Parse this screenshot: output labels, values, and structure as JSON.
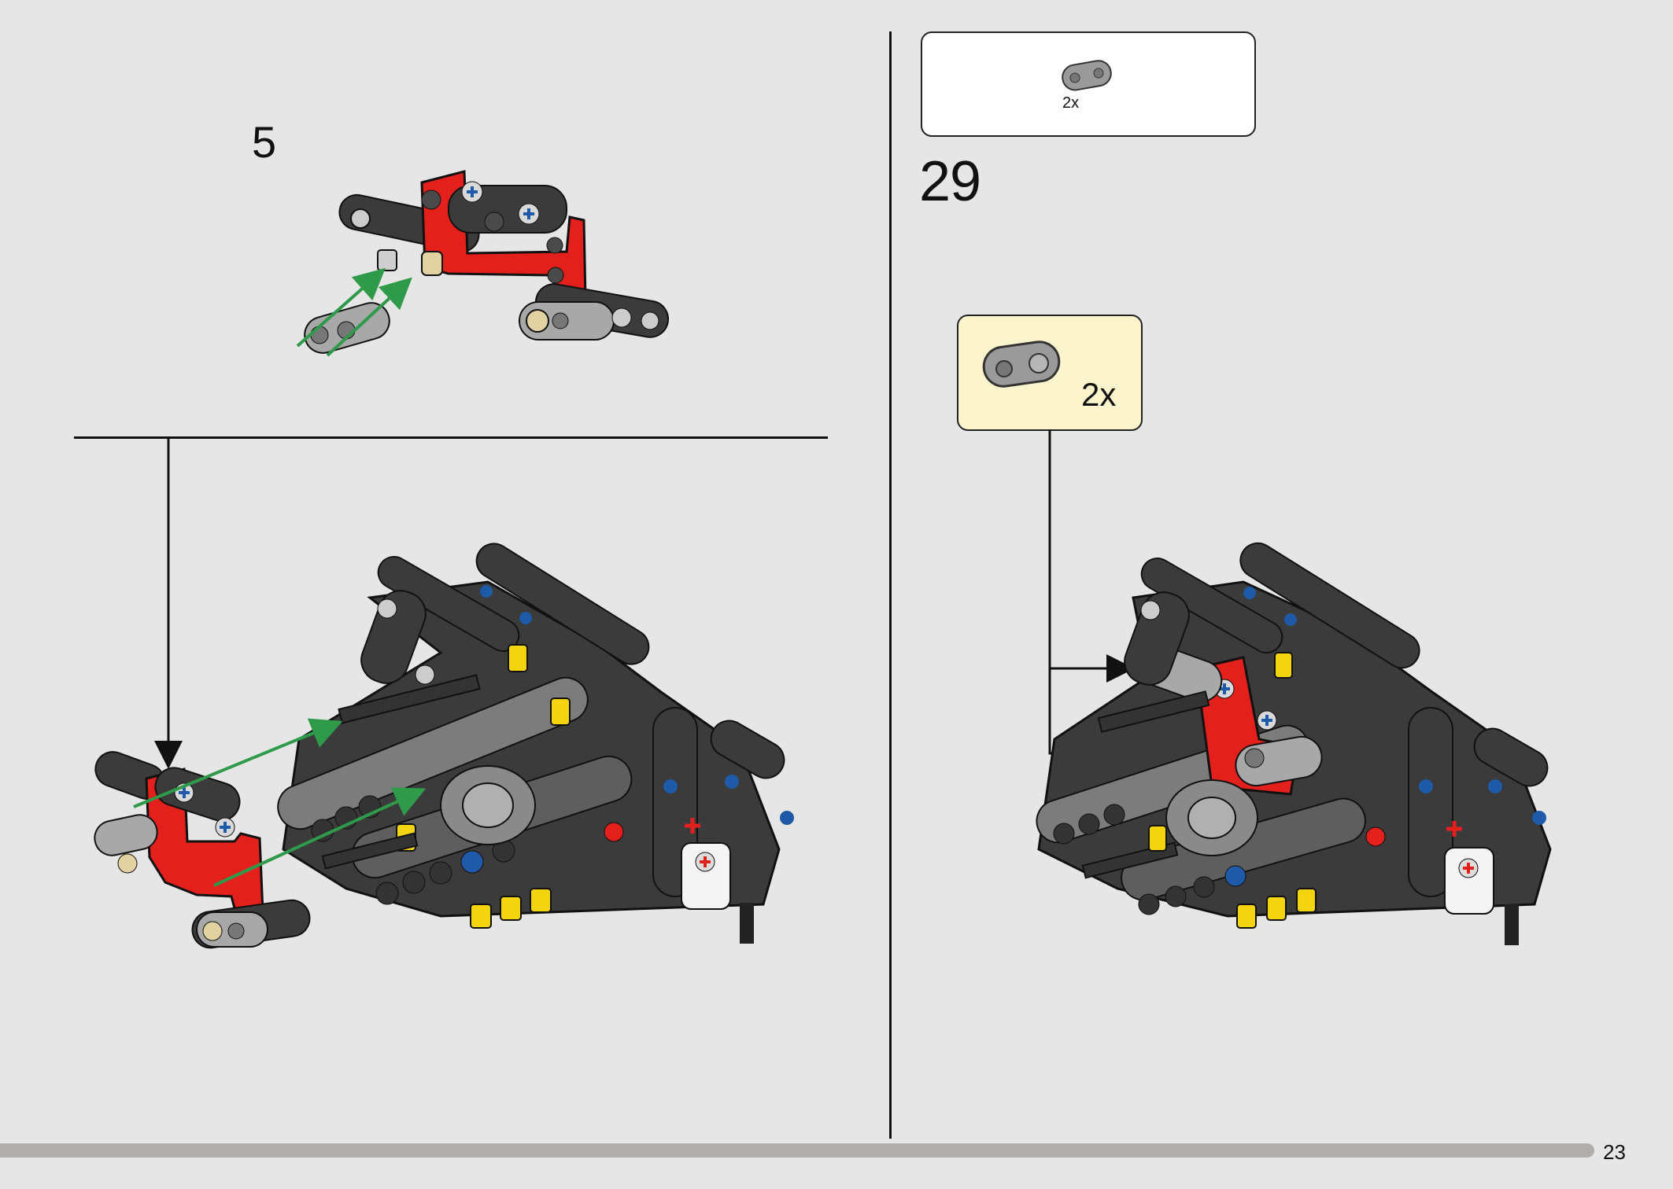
{
  "page": {
    "number": "23",
    "progress_fraction": 0.953
  },
  "substep": {
    "number": "5"
  },
  "main_step": {
    "number": "29",
    "parts_list": [
      {
        "part": "gray-beam-2",
        "count": "2x"
      }
    ],
    "callout": {
      "part": "gray-beam-2",
      "count": "2x"
    }
  },
  "colors": {
    "background": "#e6e6e6",
    "callout_bg": "#fcf4cd",
    "brick_red": "#e3201b",
    "dark_gray": "#3b3b3b",
    "light_gray": "#a8a8a8",
    "tan": "#e2d2a2",
    "yellow": "#f2d40f",
    "blue": "#1e5aa8",
    "arrow_green": "#2e9a4a"
  }
}
